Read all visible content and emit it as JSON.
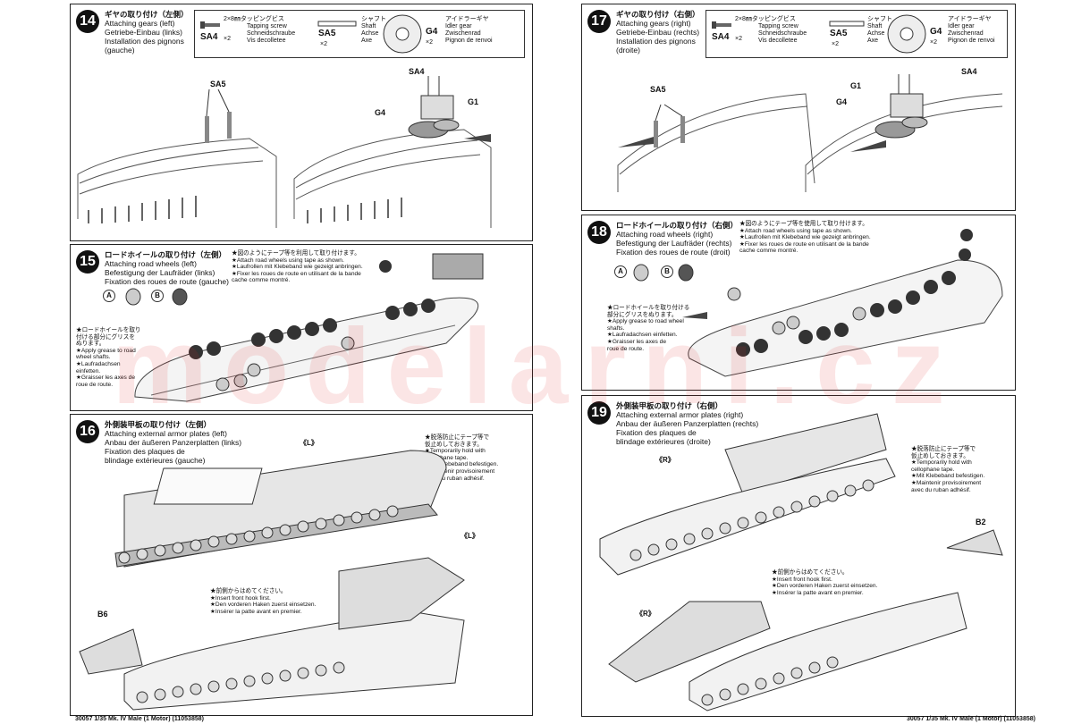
{
  "watermark": "modelarni.cz",
  "footer_left": "30057  1/35 Mk. IV Male (1 Motor) (11053858)",
  "footer_right": "30057  1/35 Mk. IV Male (1 Motor) (11053858)",
  "parts_key": {
    "sa4_code": "SA4",
    "sa4_qty": "×2",
    "sa4_size": "2×8㎜タッピングビス",
    "sa4_en": "Tapping screw",
    "sa4_de": "Schneidschraube",
    "sa4_fr": "Vis decolletee",
    "sa5_code": "SA5",
    "sa5_qty": "×2",
    "sa5_jp": "シャフト",
    "sa5_en": "Shaft",
    "sa5_de": "Achse",
    "sa5_fr": "Axe",
    "g4_code": "G4",
    "g4_qty": "×2",
    "g4_jp": "アイドラーギヤ",
    "g4_en": "Idler gear",
    "g4_de": "Zwischenrad",
    "g4_fr": "Pignon de renvoi"
  },
  "steps": {
    "s14": {
      "num": "14",
      "jp": "ギヤの取り付け（左側）",
      "en": "Attaching gears (left)",
      "de": "Getriebe-Einbau (links)",
      "fr1": "Installation des pignons",
      "fr2": "(gauche)",
      "labels": {
        "sa5": "SA5",
        "sa4": "SA4",
        "g1": "G1",
        "g4": "G4"
      }
    },
    "s15": {
      "num": "15",
      "jp": "ロードホイールの取り付け（左側）",
      "en": "Attaching road wheels (left)",
      "de": "Befestigung der Laufräder (links)",
      "fr": "Fixation des roues de route (gauche)",
      "tape_note": [
        "★図のようにテープ等を利用して取り付けます。",
        "★Attach road wheels using tape as shown.",
        "★Laufrollen mit Klebeband wie gezeigt anbringen.",
        "★Fixer les roues de route en utilisant de la bande",
        "cache comme montré."
      ],
      "grease_note": [
        "★ロードホイールを取り",
        "付ける部分にグリスを",
        "ぬります。",
        "★Apply grease to road",
        "wheel shafts.",
        "★Laufradachsen",
        "einfetten.",
        "★Graisser les axes de",
        "roue de route."
      ],
      "a": "A",
      "b": "B"
    },
    "s16": {
      "num": "16",
      "jp": "外側装甲板の取り付け（左側）",
      "en": "Attaching external armor plates (left)",
      "de": "Anbau der äußeren Panzerplatten (links)",
      "fr1": "Fixation des plaques de",
      "fr2": "blindage extérieures (gauche)",
      "temp_note": [
        "★脱落防止にテープ等で",
        "仮止めしておきます。",
        "★Temporarily hold with",
        "cellophane tape.",
        "★Mit Klebeband befestigen.",
        "★Maintenir provisoirement",
        "avec du ruban adhésif."
      ],
      "hook_note": [
        "★前側からはめてください。",
        "★Insert front hook first.",
        "★Den vorderen Haken zuerst einsetzen.",
        "★Insérer la patte avant en premier."
      ],
      "l1": "《L》",
      "l2": "《L》",
      "b6": "B6"
    },
    "s17": {
      "num": "17",
      "jp": "ギヤの取り付け（右側）",
      "en": "Attaching gears (right)",
      "de": "Getriebe-Einbau (rechts)",
      "fr1": "Installation des pignons",
      "fr2": "(droite)",
      "labels": {
        "sa5": "SA5",
        "sa4": "SA4",
        "g1": "G1",
        "g4": "G4"
      }
    },
    "s18": {
      "num": "18",
      "jp": "ロードホイールの取り付け（右側）",
      "en": "Attaching road wheels (right)",
      "de": "Befestigung der Laufräder (rechts)",
      "fr": "Fixation des roues de route (droit)",
      "tape_note": [
        "★図のようにテープ等を使用して取り付けます。",
        "★Attach road wheels using tape as shown.",
        "★Laufrollen mit Klebeband wie gezeigt anbringen.",
        "★Fixer les roues de route en utilisant de la bande",
        "cache comme montré."
      ],
      "grease_note": [
        "★ロードホイールを取り付ける",
        "部分にグリスをぬります。",
        "★Apply grease to road wheel",
        "shafts.",
        "★Laufradachsen einfetten.",
        "★Graisser les axes de",
        "roue de route."
      ],
      "a": "A",
      "b": "B"
    },
    "s19": {
      "num": "19",
      "jp": "外側装甲板の取り付け（右側）",
      "en": "Attaching external armor plates (right)",
      "de": "Anbau der äußeren Panzerplatten (rechts)",
      "fr1": "Fixation des plaques de",
      "fr2": "blindage extérieures (droite)",
      "temp_note": [
        "★脱落防止にテープ等で",
        "仮止めしておきます。",
        "★Temporarily hold with",
        "cellophane tape.",
        "★Mit Klebeband befestigen.",
        "★Maintenir provisoirement",
        "avec du ruban adhésif."
      ],
      "hook_note": [
        "★前側からはめてください。",
        "★Insert front hook first.",
        "★Den vorderen Haken zuerst einsetzen.",
        "★Insérer la patte avant en premier."
      ],
      "r1": "《R》",
      "r2": "《R》",
      "b2": "B2"
    }
  }
}
